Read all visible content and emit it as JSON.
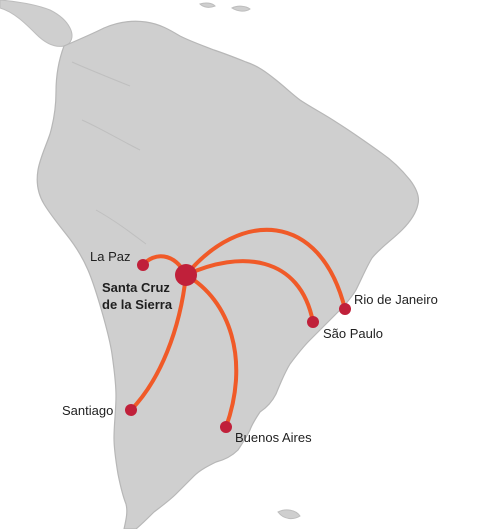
{
  "map": {
    "colors": {
      "ocean": "#ffffff",
      "land": "#cfcfcf",
      "land_shadow": "#b9b9b9",
      "route": "#f05a28",
      "city": "#c0203a",
      "label": "#1f1f1f"
    },
    "hub": {
      "id": "santa-cruz",
      "name_line1": "Santa Cruz",
      "name_line2": "de la Sierra"
    },
    "cities": [
      {
        "id": "la-paz",
        "name": "La Paz"
      },
      {
        "id": "rio",
        "name": "Rio de Janeiro"
      },
      {
        "id": "sao-paulo",
        "name": "São Paulo"
      },
      {
        "id": "santiago",
        "name": "Santiago"
      },
      {
        "id": "buenos-aires",
        "name": "Buenos Aires"
      }
    ],
    "routes": [
      {
        "from": "santa-cruz",
        "to": "la-paz"
      },
      {
        "from": "santa-cruz",
        "to": "rio"
      },
      {
        "from": "santa-cruz",
        "to": "sao-paulo"
      },
      {
        "from": "santa-cruz",
        "to": "santiago"
      },
      {
        "from": "santa-cruz",
        "to": "buenos-aires"
      }
    ]
  }
}
